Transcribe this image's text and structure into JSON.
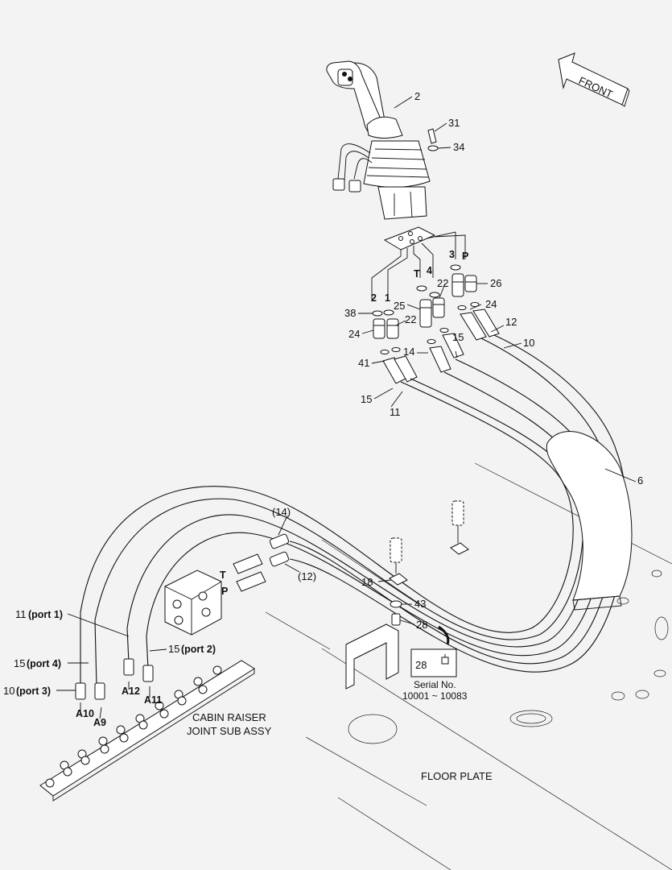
{
  "front_arrow": {
    "label": "FRONT"
  },
  "callouts": {
    "n2": "2",
    "n31": "31",
    "n34": "34",
    "n26": "26",
    "n3": "3",
    "nP": "P",
    "nT": "T",
    "n4": "4",
    "n22a": "22",
    "n22b": "22",
    "n25": "25",
    "n24a": "24",
    "n24b": "24",
    "n38": "38",
    "n2b": "2",
    "n1": "1",
    "n15a": "15",
    "n12": "12",
    "n10": "10",
    "n14": "14",
    "n41": "41",
    "n15b": "15",
    "n11": "11",
    "n6": "6",
    "n14p": "(14)",
    "n12p": "(12)",
    "nT2": "T",
    "nP2": "P",
    "n18": "18",
    "n43": "43",
    "n28": "28",
    "n28box": "28",
    "port1_num": "11",
    "port1_lbl": "(port 1)",
    "port2_num": "15",
    "port2_lbl": "(port 2)",
    "port4_num": "15",
    "port4_lbl": "(port 4)",
    "port3_num": "10",
    "port3_lbl": "(port 3)",
    "a10": "A10",
    "a9": "A9",
    "a12": "A12",
    "a11": "A11"
  },
  "serial": {
    "line1": "Serial No.",
    "line2": "10001 ~ 10083"
  },
  "labels": {
    "cabin_line1": "CABIN RAISER",
    "cabin_line2": "JOINT SUB ASSY",
    "floor_plate": "FLOOR PLATE"
  }
}
